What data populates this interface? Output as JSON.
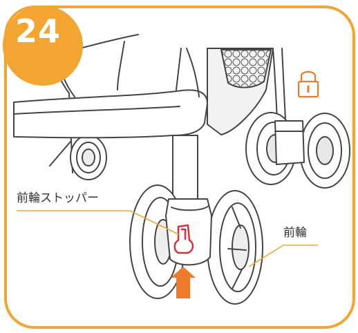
{
  "step": {
    "number": "24"
  },
  "labels": {
    "front_wheel_stopper": "前輪ストッパー",
    "front_wheel": "前輪"
  },
  "icons": {
    "lock": "lock-icon",
    "arrow": "up-arrow-icon"
  },
  "colors": {
    "accent": "#F2A531",
    "line": "#444444",
    "arrow": "#EE7A2B",
    "stopper": "#D9303A"
  }
}
